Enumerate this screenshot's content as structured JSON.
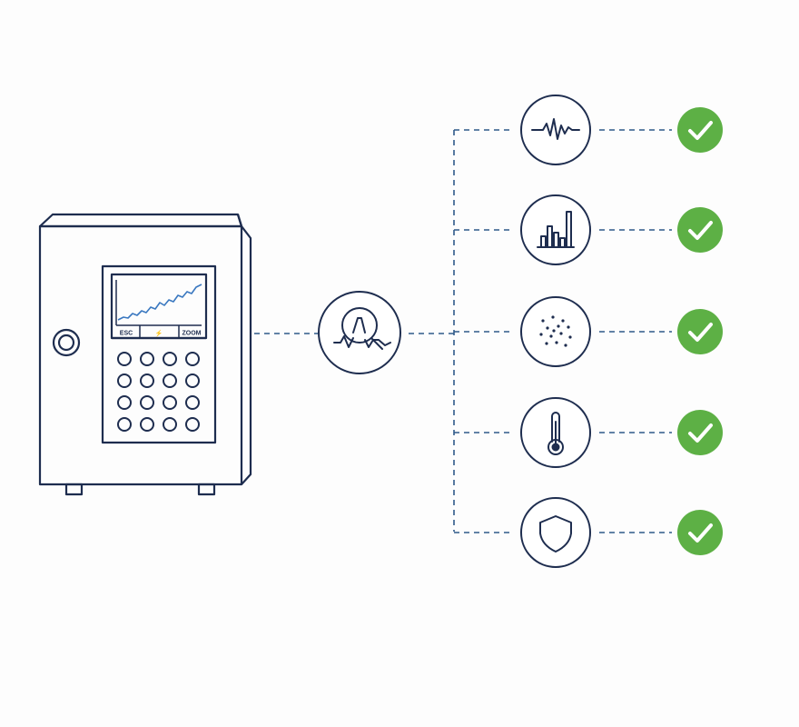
{
  "colors": {
    "ink": "#1e2d4f",
    "line_dash": "#2f5a8a",
    "chart_line": "#3a78c0",
    "check_green": "#5db045",
    "check_mark": "#ffffff",
    "background": "#fdfdfd"
  },
  "device": {
    "screen_buttons": [
      {
        "label": "ESC"
      },
      {
        "label": "⚡",
        "icon": "lightning-icon"
      },
      {
        "label": "ZOOM"
      }
    ],
    "keypad_rows": 4,
    "keypad_cols": 4,
    "knob_icon": "knob-icon"
  },
  "hub": {
    "icon": "signal-analysis-icon"
  },
  "monitors": [
    {
      "icon": "waveform-icon",
      "status": "ok",
      "status_icon": "check-icon"
    },
    {
      "icon": "bar-chart-icon",
      "status": "ok",
      "status_icon": "check-icon"
    },
    {
      "icon": "particles-icon",
      "status": "ok",
      "status_icon": "check-icon"
    },
    {
      "icon": "thermometer-icon",
      "status": "ok",
      "status_icon": "check-icon"
    },
    {
      "icon": "shield-icon",
      "status": "ok",
      "status_icon": "check-icon"
    }
  ]
}
